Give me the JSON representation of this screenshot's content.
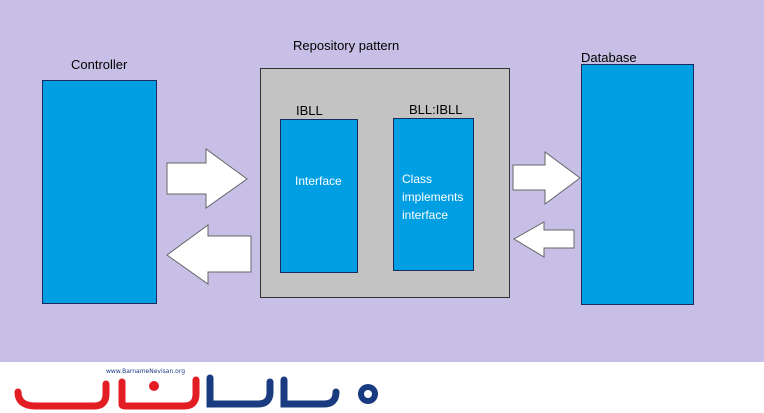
{
  "diagram": {
    "controller_label": "Controller",
    "repository_label": "Repository pattern",
    "database_label": "Database",
    "ibll_label": "IBLL",
    "bll_label": "BLL:IBLL",
    "interface_text": "Interface",
    "class_text_line1": "Class",
    "class_text_line2": "implements",
    "class_text_line3": "interface"
  },
  "logo": {
    "url_text": "www.BarnameNevisan.org",
    "mark_text": "برنامه نویسان",
    "colors": {
      "red": "#e21d24",
      "navy": "#1a3b80"
    }
  },
  "colors": {
    "background": "#c8bfe6",
    "blue_box": "#009fe3",
    "gray_box": "#c3c3c3",
    "arrow_fill": "#ffffff"
  }
}
